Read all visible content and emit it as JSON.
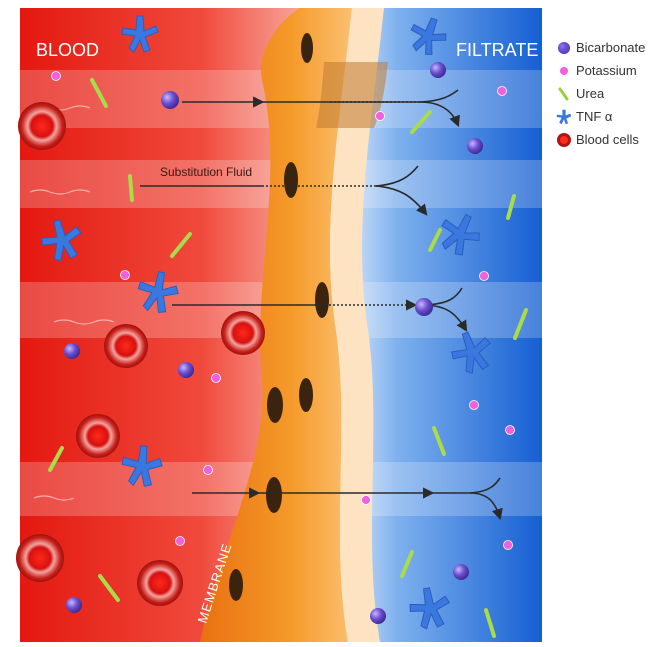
{
  "labels": {
    "blood": "BLOOD",
    "filtrate": "FILTRATE",
    "membrane": "MEMBRANE",
    "substitution_fluid": "Substitution Fluid"
  },
  "legend": [
    {
      "label": "Bicarbonate",
      "icon": "bicarbonate-icon",
      "color": "#6a4fd0"
    },
    {
      "label": "Potassium",
      "icon": "potassium-icon",
      "color": "#f060e0"
    },
    {
      "label": "Urea",
      "icon": "urea-icon",
      "color": "#9ad040"
    },
    {
      "label": "TNF α",
      "icon": "tnf-alpha-icon",
      "color": "#3a78e0"
    },
    {
      "label": "Blood cells",
      "icon": "blood-cell-icon",
      "color": "#d81010"
    }
  ],
  "colors": {
    "blood_region": "#e81a10",
    "filtrate_region": "#1e6ad8",
    "membrane": "#f08a18",
    "arrow": "#2a2a2a"
  }
}
